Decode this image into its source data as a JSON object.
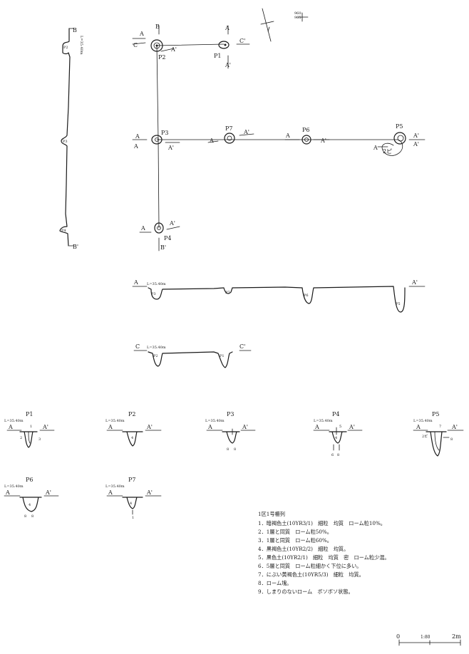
{
  "plan": {
    "north_label": "960\n965",
    "posts": [
      {
        "id": "P1"
      },
      {
        "id": "P2"
      },
      {
        "id": "P3"
      },
      {
        "id": "P4"
      },
      {
        "id": "P5"
      },
      {
        "id": "P6"
      },
      {
        "id": "P7"
      }
    ],
    "p5_note": "2ピ",
    "section_marks": {
      "A": "A",
      "A_prime": "A'",
      "B": "B",
      "B_prime": "B'",
      "C": "C",
      "C_prime": "C'"
    }
  },
  "section_b": {
    "level": "L=35.40m",
    "post_labels": [
      "P2",
      "P3",
      "P4"
    ]
  },
  "section_a": {
    "level": "L=35.40m",
    "post_labels": [
      "P3",
      "P7",
      "P6",
      "P5"
    ]
  },
  "section_c": {
    "level": "L=35.40m",
    "post_labels": [
      "P2",
      "P1"
    ]
  },
  "details": [
    {
      "id": "P1",
      "level": "L=35.40m",
      "layers": [
        "2",
        "1",
        "3"
      ]
    },
    {
      "id": "P2",
      "level": "L=35.40m",
      "layers": [
        "4"
      ]
    },
    {
      "id": "P3",
      "level": "L=35.40m",
      "layers": [
        "8",
        "8"
      ]
    },
    {
      "id": "P4",
      "level": "L=35.40m",
      "layers": [
        "5",
        "4",
        "6",
        "8"
      ]
    },
    {
      "id": "P5",
      "level": "L=35.40m",
      "layers": [
        "2ピ",
        "7",
        "8"
      ]
    },
    {
      "id": "P6",
      "level": "L=35.40m",
      "layers": [
        "4",
        "8",
        "8"
      ]
    },
    {
      "id": "P7",
      "level": "L=35.40m",
      "layers": [
        "4",
        "1"
      ]
    }
  ],
  "legend": {
    "title": "1区1号柵列",
    "items": [
      "1．暗褐色土(10YR3/1)　細粒　均質　ローム粒10%。",
      "2．1層と同質　ローム粒50%。",
      "3．1層と同質　ローム粒60%。",
      "4．黒褐色土(10YR2/2)　細粒　均質。",
      "5．黒色土(10YR2/1)　細粒　均質　密　ローム粒少混。",
      "6．5層と同質　ローム粒細かく下位に多い。",
      "7．にぶい黄褐色土(10YR5/3)　細粒　均質。",
      "8．ローム塊。",
      "9．しまりのないローム　ボソボソ状態。"
    ]
  },
  "scale": {
    "zero": "0",
    "ratio": "1:80",
    "length": "2m"
  }
}
